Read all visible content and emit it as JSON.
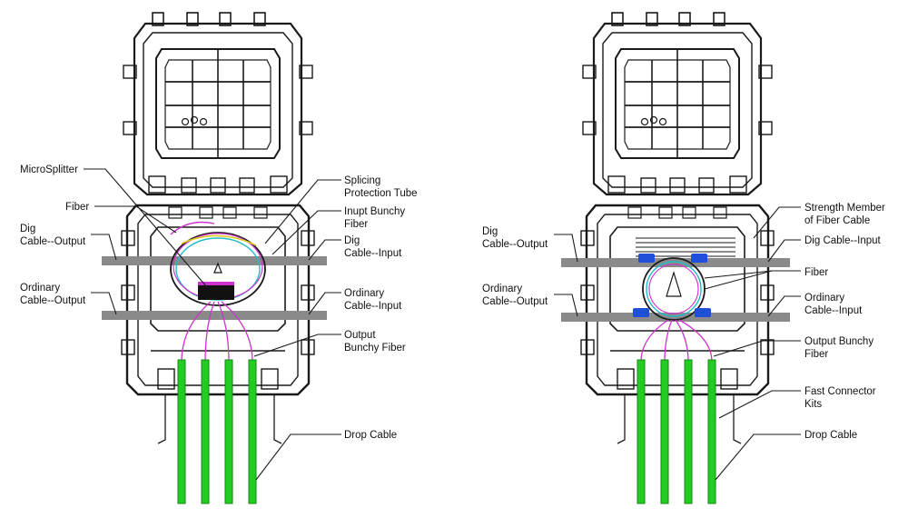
{
  "colors": {
    "line": "#1a1a1a",
    "cable_gray": "#8a8a8a",
    "drop_green": "#22cc22",
    "fiber_magenta": "#cc33cc",
    "fiber_cyan": "#22bbcc",
    "fiber_yellow": "#ddcc22",
    "connector_blue": "#1f4fd8"
  },
  "left_diagram": {
    "labels": {
      "microsplitter": "MicroSplitter",
      "fiber": "Fiber",
      "dig_output": "Dig\nCable--Output",
      "ordinary_output": "Ordinary\nCable--Output",
      "splicing_tube": "Splicing\nProtection Tube",
      "input_bunchy": "Inupt Bunchy\nFiber",
      "dig_input": "Dig\nCable--Input",
      "ordinary_input": "Ordinary\nCable--Input",
      "output_bunchy": "Output\nBunchy Fiber",
      "drop_cable": "Drop Cable"
    }
  },
  "right_diagram": {
    "labels": {
      "dig_output": "Dig\nCable--Output",
      "ordinary_output": "Ordinary\nCable--Output",
      "strength_member": "Strength Member\nof Fiber Cable",
      "dig_input": "Dig Cable--Input",
      "fiber": "Fiber",
      "ordinary_input": "Ordinary\nCable--Input",
      "output_bunchy": "Output Bunchy\nFiber",
      "fast_connector": "Fast Connector\nKits",
      "drop_cable": "Drop Cable"
    }
  }
}
